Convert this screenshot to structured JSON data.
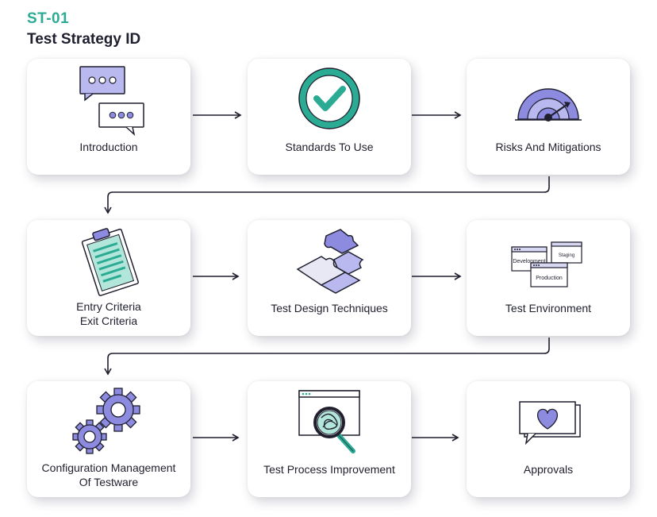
{
  "header": {
    "code": "ST-01",
    "title": "Test Strategy ID"
  },
  "steps": [
    {
      "lines": [
        "Introduction"
      ],
      "icon": "chat-bubbles-icon"
    },
    {
      "lines": [
        "Standards To Use"
      ],
      "icon": "checkmark-circle-icon"
    },
    {
      "lines": [
        "Risks And Mitigations"
      ],
      "icon": "gauge-icon"
    },
    {
      "lines": [
        "Entry Criteria",
        "Exit Criteria"
      ],
      "icon": "clipboard-icon"
    },
    {
      "lines": [
        "Test Design Techniques"
      ],
      "icon": "puzzle-icon"
    },
    {
      "lines": [
        "Test Environment"
      ],
      "icon": "environment-windows-icon"
    },
    {
      "lines": [
        "Configuration Management",
        "Of Testware"
      ],
      "icon": "gears-icon"
    },
    {
      "lines": [
        "Test Process Improvement"
      ],
      "icon": "magnifier-browser-icon"
    },
    {
      "lines": [
        "Approvals"
      ],
      "icon": "heart-bubble-icon"
    }
  ],
  "environment_labels": {
    "development": "Development",
    "staging": "Staging",
    "production": "Production"
  },
  "colors": {
    "accent": "#2bab94",
    "purple": "#8c8be0",
    "purple_light": "#b9b9f0",
    "ink": "#1f1f2e"
  }
}
